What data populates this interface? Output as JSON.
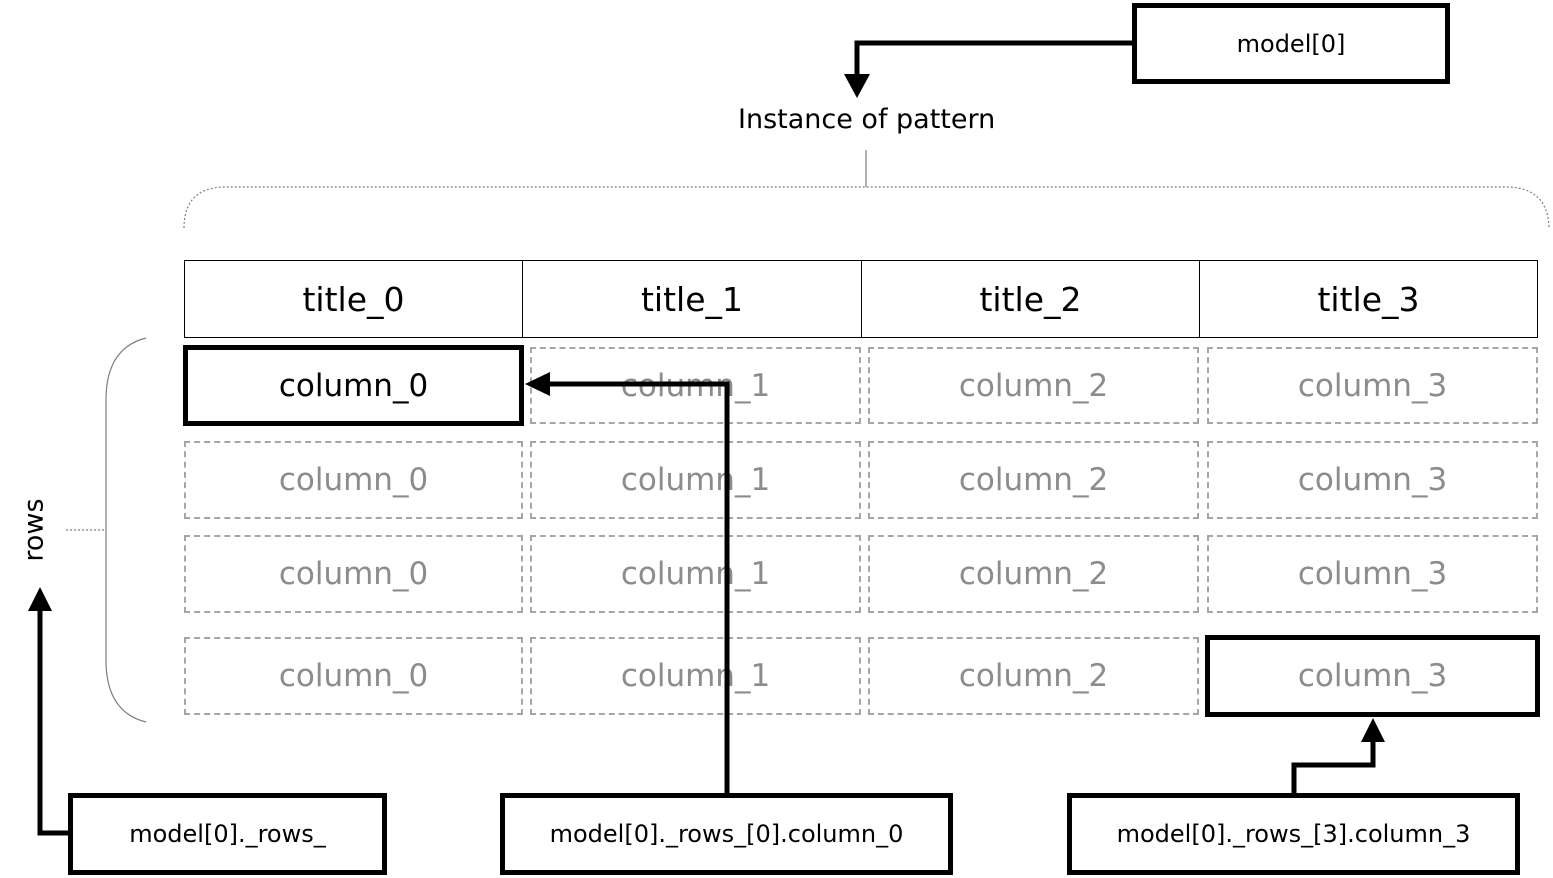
{
  "labels": {
    "model": "model[0]",
    "instance": "Instance of pattern",
    "rows_axis": "rows",
    "rows_ref": "model[0]._rows_",
    "row0_col0_ref": "model[0]._rows_[0].column_0",
    "row3_col3_ref": "model[0]._rows_[3].column_3"
  },
  "table": {
    "titles": [
      "title_0",
      "title_1",
      "title_2",
      "title_3"
    ],
    "rows": [
      [
        "column_0",
        "column_1",
        "column_2",
        "column_3"
      ],
      [
        "column_0",
        "column_1",
        "column_2",
        "column_3"
      ],
      [
        "column_0",
        "column_1",
        "column_2",
        "column_3"
      ],
      [
        "column_0",
        "column_1",
        "column_2",
        "column_3"
      ]
    ]
  },
  "colors": {
    "line": "#000000",
    "dashed_border": "#a6a6a6",
    "muted_text": "#8c8c8c",
    "bracket": "#7f7f7f"
  }
}
